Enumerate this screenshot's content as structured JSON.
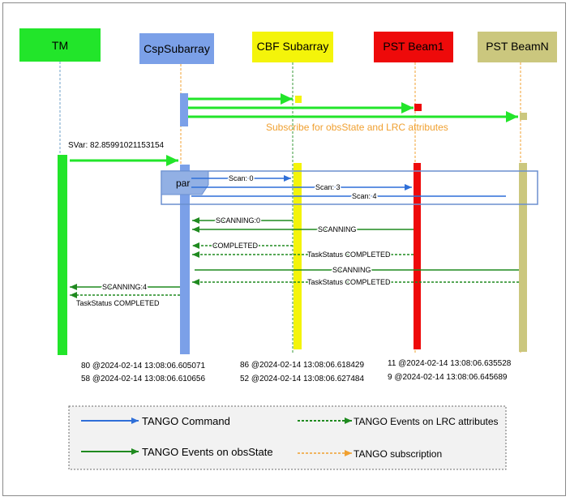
{
  "participants": [
    {
      "id": "tm",
      "label": "TM",
      "fill": "#22e52a",
      "text_color": "#000000"
    },
    {
      "id": "csp",
      "label": "CspSubarray",
      "fill": "#7ba0e8",
      "text_color": "#000000"
    },
    {
      "id": "cbf",
      "label": "CBF Subarray",
      "fill": "#f4f40a",
      "text_color": "#000000"
    },
    {
      "id": "pst1",
      "label": "PST Beam1",
      "fill": "#ee0a0a",
      "text_color": "#000000"
    },
    {
      "id": "pstn",
      "label": "PST BeamN",
      "fill": "#cbc77e",
      "text_color": "#000000"
    }
  ],
  "colors": {
    "command": "#2f6fd8",
    "obs_state_event": "#1f8a1f",
    "lrc_event": "#1f8a1f",
    "subscription": "#f0a030",
    "lifeline_tm": "#6fa0c8",
    "lifeline_other": "#f0a030",
    "subscribe_arrow": "#22e52a",
    "par_box": "#6b8fcf"
  },
  "messages": {
    "subscribe_note": "Subscribe for obsState and LRC attributes",
    "svar": "SVar: 82.85991021153154",
    "par": "par",
    "scan_cbf": "Scan: 0",
    "scan_pst1": "Scan: 3",
    "scan_pstn": "Scan: 4",
    "scanning_cbf": "SCANNING:0",
    "scanning_pst1": "SCANNING",
    "completed_cbf": "COMPLETED",
    "task_completed_pst1": "TaskStatus COMPLETED",
    "scanning_pstn": "SCANNING",
    "task_completed_pstn": "TaskStatus COMPLETED",
    "scanning_tm": "SCANNING:4",
    "task_completed_tm": "TaskStatus COMPLETED"
  },
  "timestamps": {
    "csp_1": "80 @2024-02-14 13:08:06.605071",
    "csp_2": "58 @2024-02-14 13:08:06.610656",
    "cbf_1": "86 @2024-02-14 13:08:06.618429",
    "cbf_2": "52 @2024-02-14 13:08:06.627484",
    "pst_1": "11 @2024-02-14 13:08:06.635528",
    "pst_2": "9 @2024-02-14 13:08:06.645689"
  },
  "legend": {
    "command": "TANGO Command",
    "obs_state": "TANGO Events on obsState",
    "lrc": "TANGO Events on LRC attributes",
    "subscription": "TANGO subscription"
  }
}
